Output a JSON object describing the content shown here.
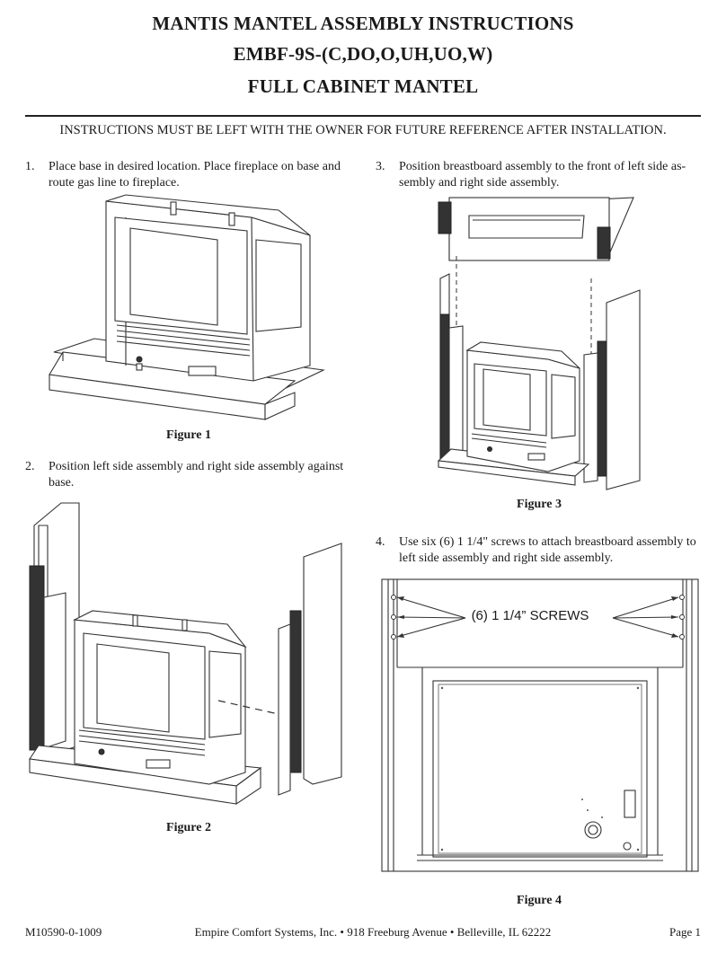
{
  "header": {
    "title_line1": "MANTIS MANTEL ASSEMBLY  INSTRUCTIONS",
    "title_line2": "EMBF-9S-(C,DO,O,UH,UO,W)",
    "title_line3": "FULL CABINET MANTEL",
    "notice": "INSTRUCTIONS MUST BE LEFT WITH THE OWNER FOR FUTURE REFERENCE AFTER INSTALLATION."
  },
  "steps": [
    {
      "number": "1.",
      "line1": "Place base in desired location. Place fireplace on base and",
      "line2": "route gas line to fireplace."
    },
    {
      "number": "2.",
      "line1": "Position left side assembly and right side assembly against",
      "line2": "base."
    },
    {
      "number": "3.",
      "line1": "Position breastboard assembly to the front of left side as-",
      "line2": "sembly and right side assembly."
    },
    {
      "number": "4.",
      "line1": "Use six (6) 1 1/4\" screws to attach breastboard assembly to",
      "line2": "left side assembly and right side assembly."
    }
  ],
  "figures": {
    "fig1_caption": "Figure 1",
    "fig2_caption": "Figure 2",
    "fig3_caption": "Figure 3",
    "fig4_caption": "Figure 4",
    "fig4_callout": "(6) 1 1/4” SCREWS"
  },
  "footer": {
    "doc_number": "M10590-0-1009",
    "company": "Empire Comfort Systems, Inc. • 918 Freeburg Avenue • Belleville, IL  62222",
    "page": "Page 1"
  }
}
